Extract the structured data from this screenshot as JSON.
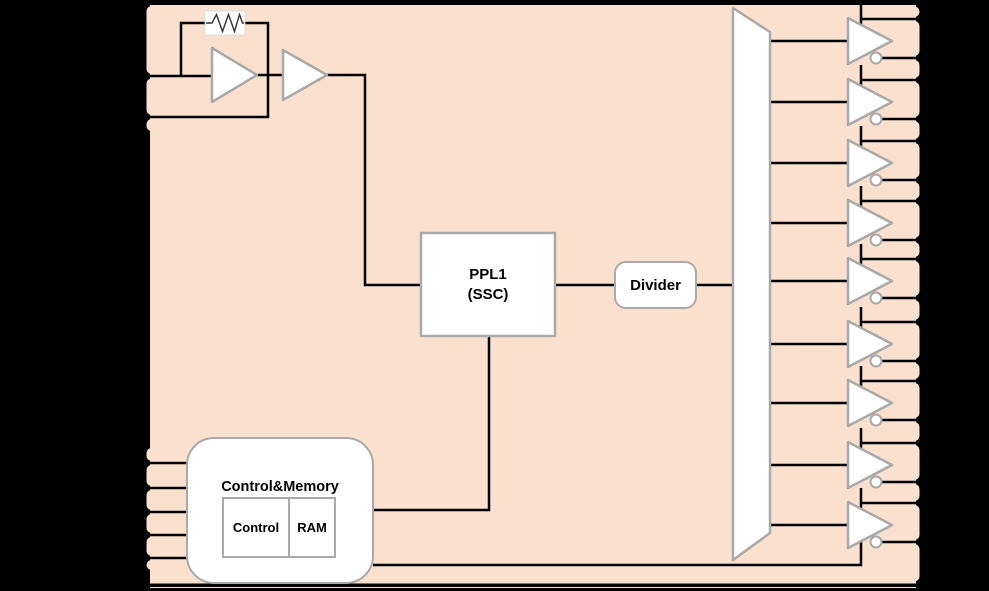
{
  "diagram": {
    "kind": "clock-generator-ic-block-diagram",
    "background_color": "#000000",
    "chip": {
      "fill": "#FAE1CF",
      "wire_color": "#000000",
      "block_fill": "#FFFFFF",
      "block_stroke": "#A9A9A9"
    },
    "blocks": {
      "pll": {
        "line1": "PPL1",
        "line2": "(SSC)"
      },
      "divider": {
        "label": "Divider"
      },
      "control_memory": {
        "title": "Control&Memory",
        "control_label": "Control",
        "ram_label": "RAM"
      }
    },
    "oscillator": {
      "amplifier_count": 2,
      "has_feedback_resistor": true
    },
    "fanout": {
      "shape": "trapezoid"
    },
    "output_stage": {
      "buffer_count": 9,
      "outputs_per_buffer": 2,
      "inverting_bubble": true
    },
    "pins": {
      "left_oscillator_pins": 2,
      "left_control_pins": 5,
      "right_output_pins": 18
    }
  }
}
